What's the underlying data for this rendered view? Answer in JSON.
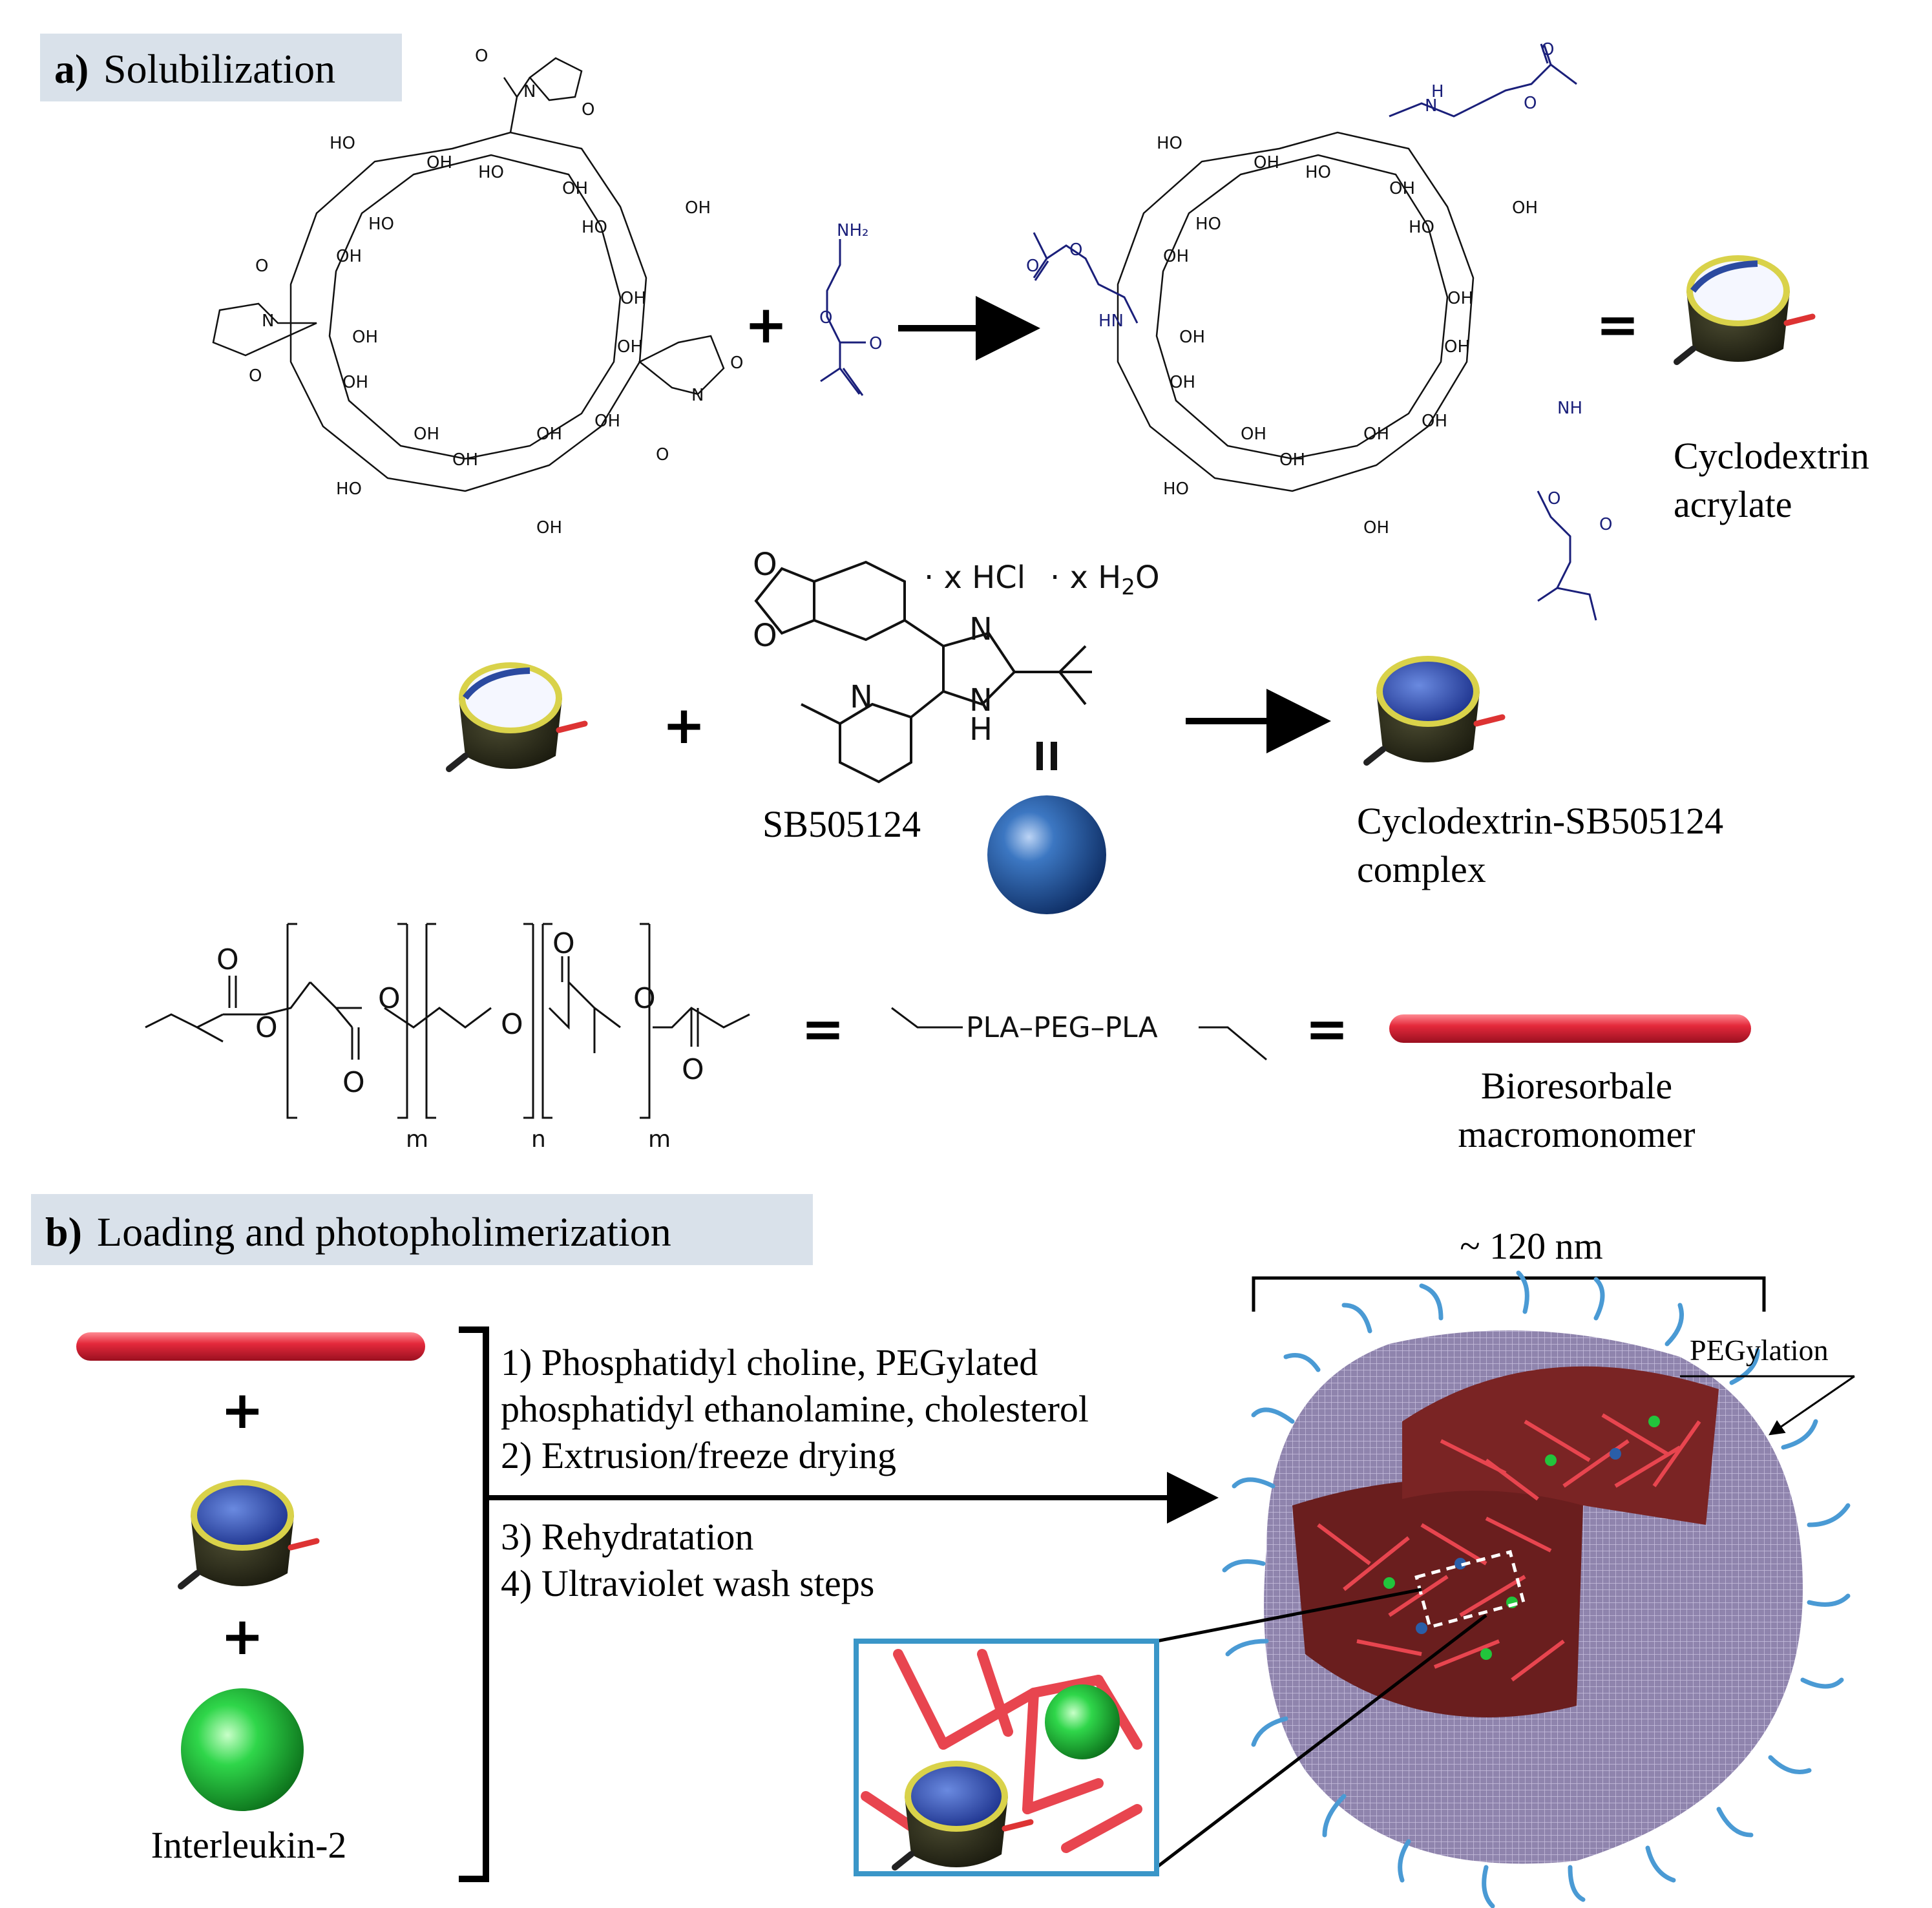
{
  "panel_a": {
    "tag": "a)",
    "title": "Solubilization",
    "cd_acrylate_label_1": "Cyclodextrin",
    "cd_acrylate_label_2": "acrylate",
    "complex_label_1": "Cyclodextrin-SB505124",
    "complex_label_2": "complex",
    "drug_name": "SB505124",
    "drug_salt_hcl": "· x HCl",
    "drug_salt_h2o": "· x H",
    "drug_salt_h2o_sub": "2",
    "drug_salt_h2o_end": "O",
    "macromonomer_formula": "PLA–PEG–PLA",
    "macromonomer_label_1": "Bioresorbale",
    "macromonomer_label_2": "macromonomer",
    "sub_m1": "m",
    "sub_n": "n",
    "sub_m2": "m",
    "plus": "+",
    "equals": "="
  },
  "panel_b": {
    "tag": "b)",
    "title": "Loading and photopholimerization",
    "step_1a": "1) Phosphatidyl choline, PEGylated",
    "step_1b": "phosphatidyl ethanolamine, cholesterol",
    "step_2": "2) Extrusion/freeze drying",
    "step_3": "3) Rehydratation",
    "step_4": "4) Ultraviolet wash steps",
    "size_label": "~ 120 nm",
    "pegylation_label": "PEGylation",
    "il2_label": "Interleukin-2",
    "plus": "+"
  },
  "atoms": {
    "OH": "OH",
    "HO": "HO",
    "O": "O",
    "N": "N",
    "NH": "NH",
    "HN": "HN",
    "H": "H",
    "NH2": "NH₂"
  },
  "colors": {
    "header_bg": "#d9e1ea",
    "polymer_red": "#e02a3a",
    "drug_blue": "#2a5ea8",
    "il2_green": "#1fc23a",
    "acrylate_blue": "#1a1f7a",
    "shell_purple": "#8a7fa8",
    "peg_blue": "#4a9ad4"
  }
}
